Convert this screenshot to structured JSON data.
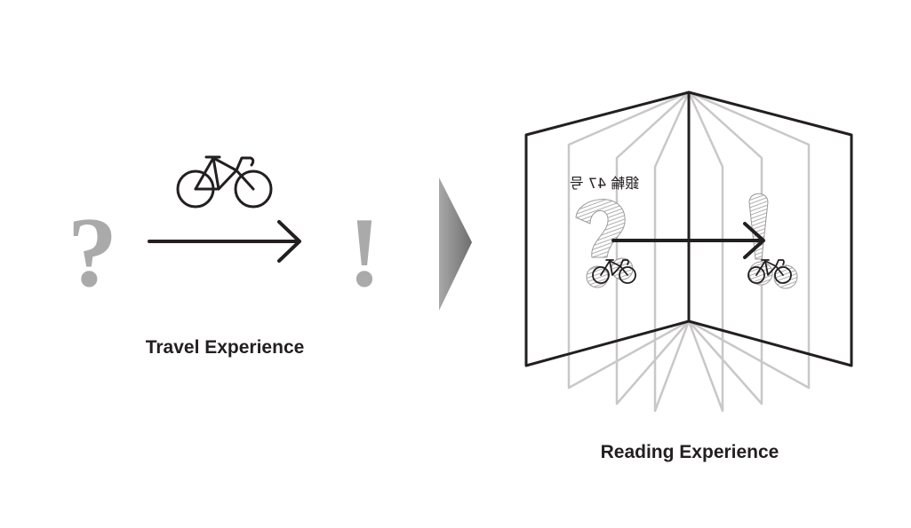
{
  "travel": {
    "question_glyph": "?",
    "exclamation_glyph": "!",
    "caption": "Travel Experience",
    "icons": [
      "bicycle-icon",
      "arrow-right-icon"
    ]
  },
  "transition": {
    "icon": "triangle-right-icon"
  },
  "reading": {
    "caption": "Reading Experience",
    "page_title": "銀輪 47 号",
    "page_title_mirrored": true,
    "icons": [
      "open-book-icon",
      "bicycle-icon",
      "arrow-right-icon"
    ]
  },
  "colors": {
    "ink": "#231f20",
    "glyph_grey": "#aaaaaa",
    "page_lines": "#c8c8c8",
    "triangle": "#8c8c8c"
  }
}
